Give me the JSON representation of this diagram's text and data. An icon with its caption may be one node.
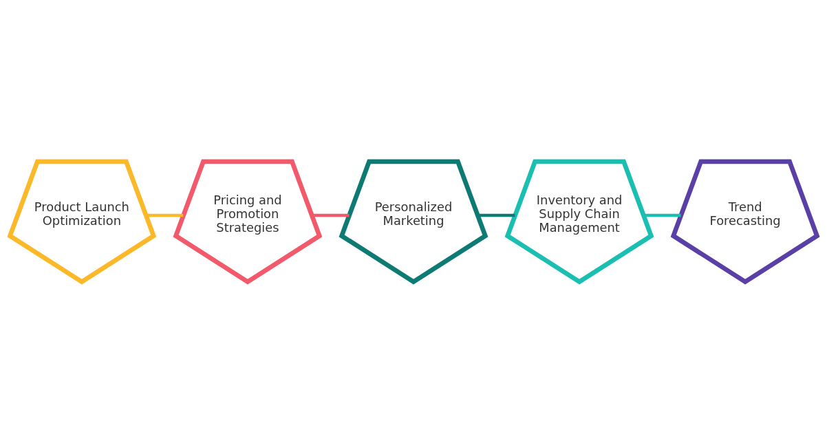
{
  "diagram": {
    "nodes": [
      {
        "text": [
          "Product Launch Optimization"
        ]
      },
      {
        "text": [
          "Pricing and Promotion Strategies"
        ]
      },
      {
        "text": [
          "Personalized Marketing"
        ]
      },
      {
        "text": [
          "Inventory and Supply Chain Management"
        ]
      },
      {
        "text": [
          "Trend Forecasting"
        ]
      }
    ],
    "edges": [
      {
        "from": 0,
        "to": 1,
        "arrow": "none",
        "color": "#fbb829"
      },
      {
        "from": 1,
        "to": 2,
        "arrow": "none",
        "color": "#f25a6b"
      },
      {
        "from": 2,
        "to": 3,
        "arrow": "none",
        "color": "#0e7a74"
      },
      {
        "from": 3,
        "to": 4,
        "arrow": "none",
        "color": "#1bbfb1"
      }
    ]
  }
}
